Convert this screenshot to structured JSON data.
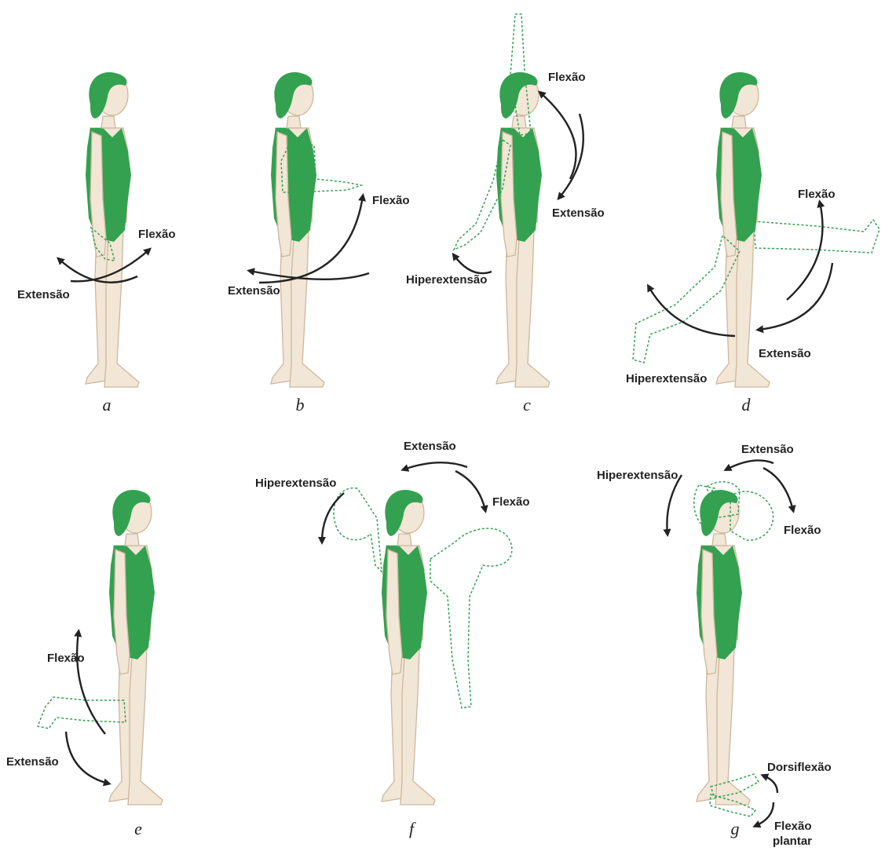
{
  "figures": [
    {
      "id": "a",
      "caption": "a",
      "labels": {
        "flexion": "Flexão",
        "extension": "Extensão"
      }
    },
    {
      "id": "b",
      "caption": "b",
      "labels": {
        "flexion": "Flexão",
        "extension": "Extensão"
      }
    },
    {
      "id": "c",
      "caption": "c",
      "labels": {
        "flexion": "Flexão",
        "extension": "Extensão",
        "hyperextension": "Hiperextensão"
      }
    },
    {
      "id": "d",
      "caption": "d",
      "labels": {
        "flexion": "Flexão",
        "extension": "Extensão",
        "hyperextension": "Hiperextensão"
      }
    },
    {
      "id": "e",
      "caption": "e",
      "labels": {
        "flexion": "Flexão",
        "extension": "Extensão"
      }
    },
    {
      "id": "f",
      "caption": "f",
      "labels": {
        "flexion": "Flexão",
        "extension": "Extensão",
        "hyperextension": "Hiperextensão"
      }
    },
    {
      "id": "g",
      "caption": "g",
      "labels": {
        "flexion": "Flexão",
        "extension": "Extensão",
        "hyperextension": "Hiperextensão",
        "dorsiflexion": "Dorsiflexão",
        "plantar_flexion_1": "Flexão",
        "plantar_flexion_2": "plantar"
      }
    }
  ],
  "colors": {
    "accent": "#33a150",
    "skin": "#f2e6d6",
    "outline": "#cdb79c",
    "arrow": "#222222"
  }
}
